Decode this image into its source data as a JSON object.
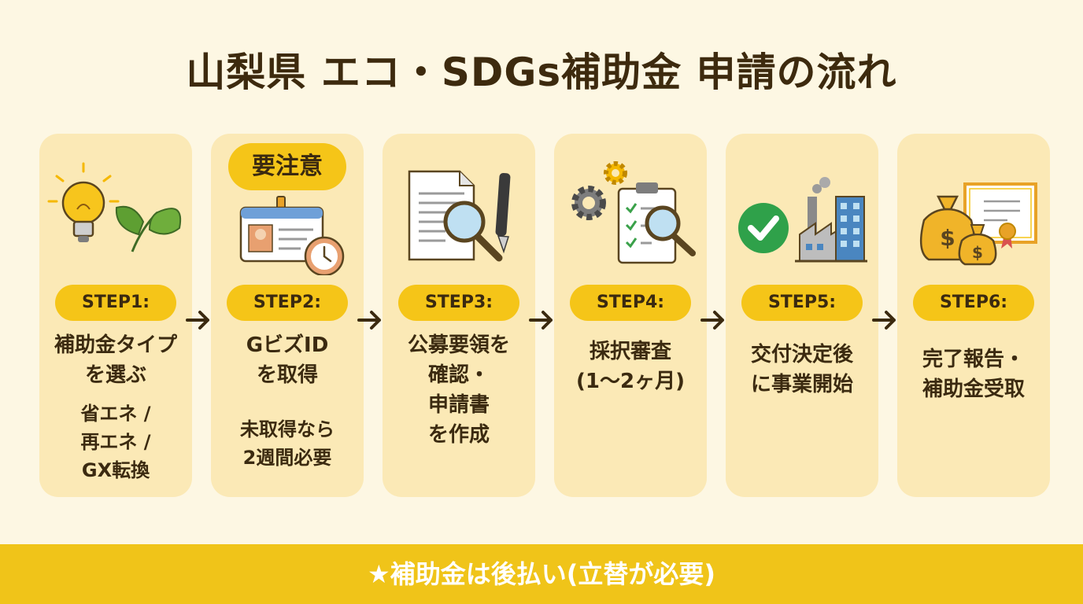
{
  "title": "山梨県 エコ・SDGs補助金 申請の流れ",
  "steps": [
    {
      "label": "STEP1:",
      "lines": [
        "補助金タイプ",
        "を選ぶ"
      ],
      "sub": [
        "省エネ /",
        "再エネ /",
        "GX転換"
      ],
      "icons": [
        "lightbulb-icon",
        "leaf-icon"
      ]
    },
    {
      "label": "STEP2:",
      "badge": "要注意",
      "lines": [
        "GビズID",
        "を取得"
      ],
      "sub": [
        "未取得なら",
        "2週間必要"
      ],
      "icons": [
        "id-card-icon",
        "clock-icon"
      ]
    },
    {
      "label": "STEP3:",
      "lines": [
        "公募要領を",
        "確認・",
        "申請書",
        "を作成"
      ],
      "icons": [
        "document-icon",
        "magnifier-icon",
        "pen-icon"
      ]
    },
    {
      "label": "STEP4:",
      "lines": [
        "採択審査",
        "(1〜2ヶ月)"
      ],
      "icons": [
        "gear-icon",
        "clipboard-checklist-icon",
        "magnifier-icon"
      ]
    },
    {
      "label": "STEP5:",
      "lines": [
        "交付決定後",
        "に事業開始"
      ],
      "icons": [
        "check-circle-icon",
        "factory-icon"
      ]
    },
    {
      "label": "STEP6:",
      "lines": [
        "完了報告・",
        "補助金受取"
      ],
      "icons": [
        "money-bag-icon",
        "certificate-icon"
      ]
    }
  ],
  "banner": "★補助金は後払い(立替が必要)",
  "colors": {
    "background": "#fdf7e3",
    "card": "#fbe9b6",
    "accent": "#f5c518",
    "text": "#3b2a10",
    "banner": "#f0c419"
  }
}
